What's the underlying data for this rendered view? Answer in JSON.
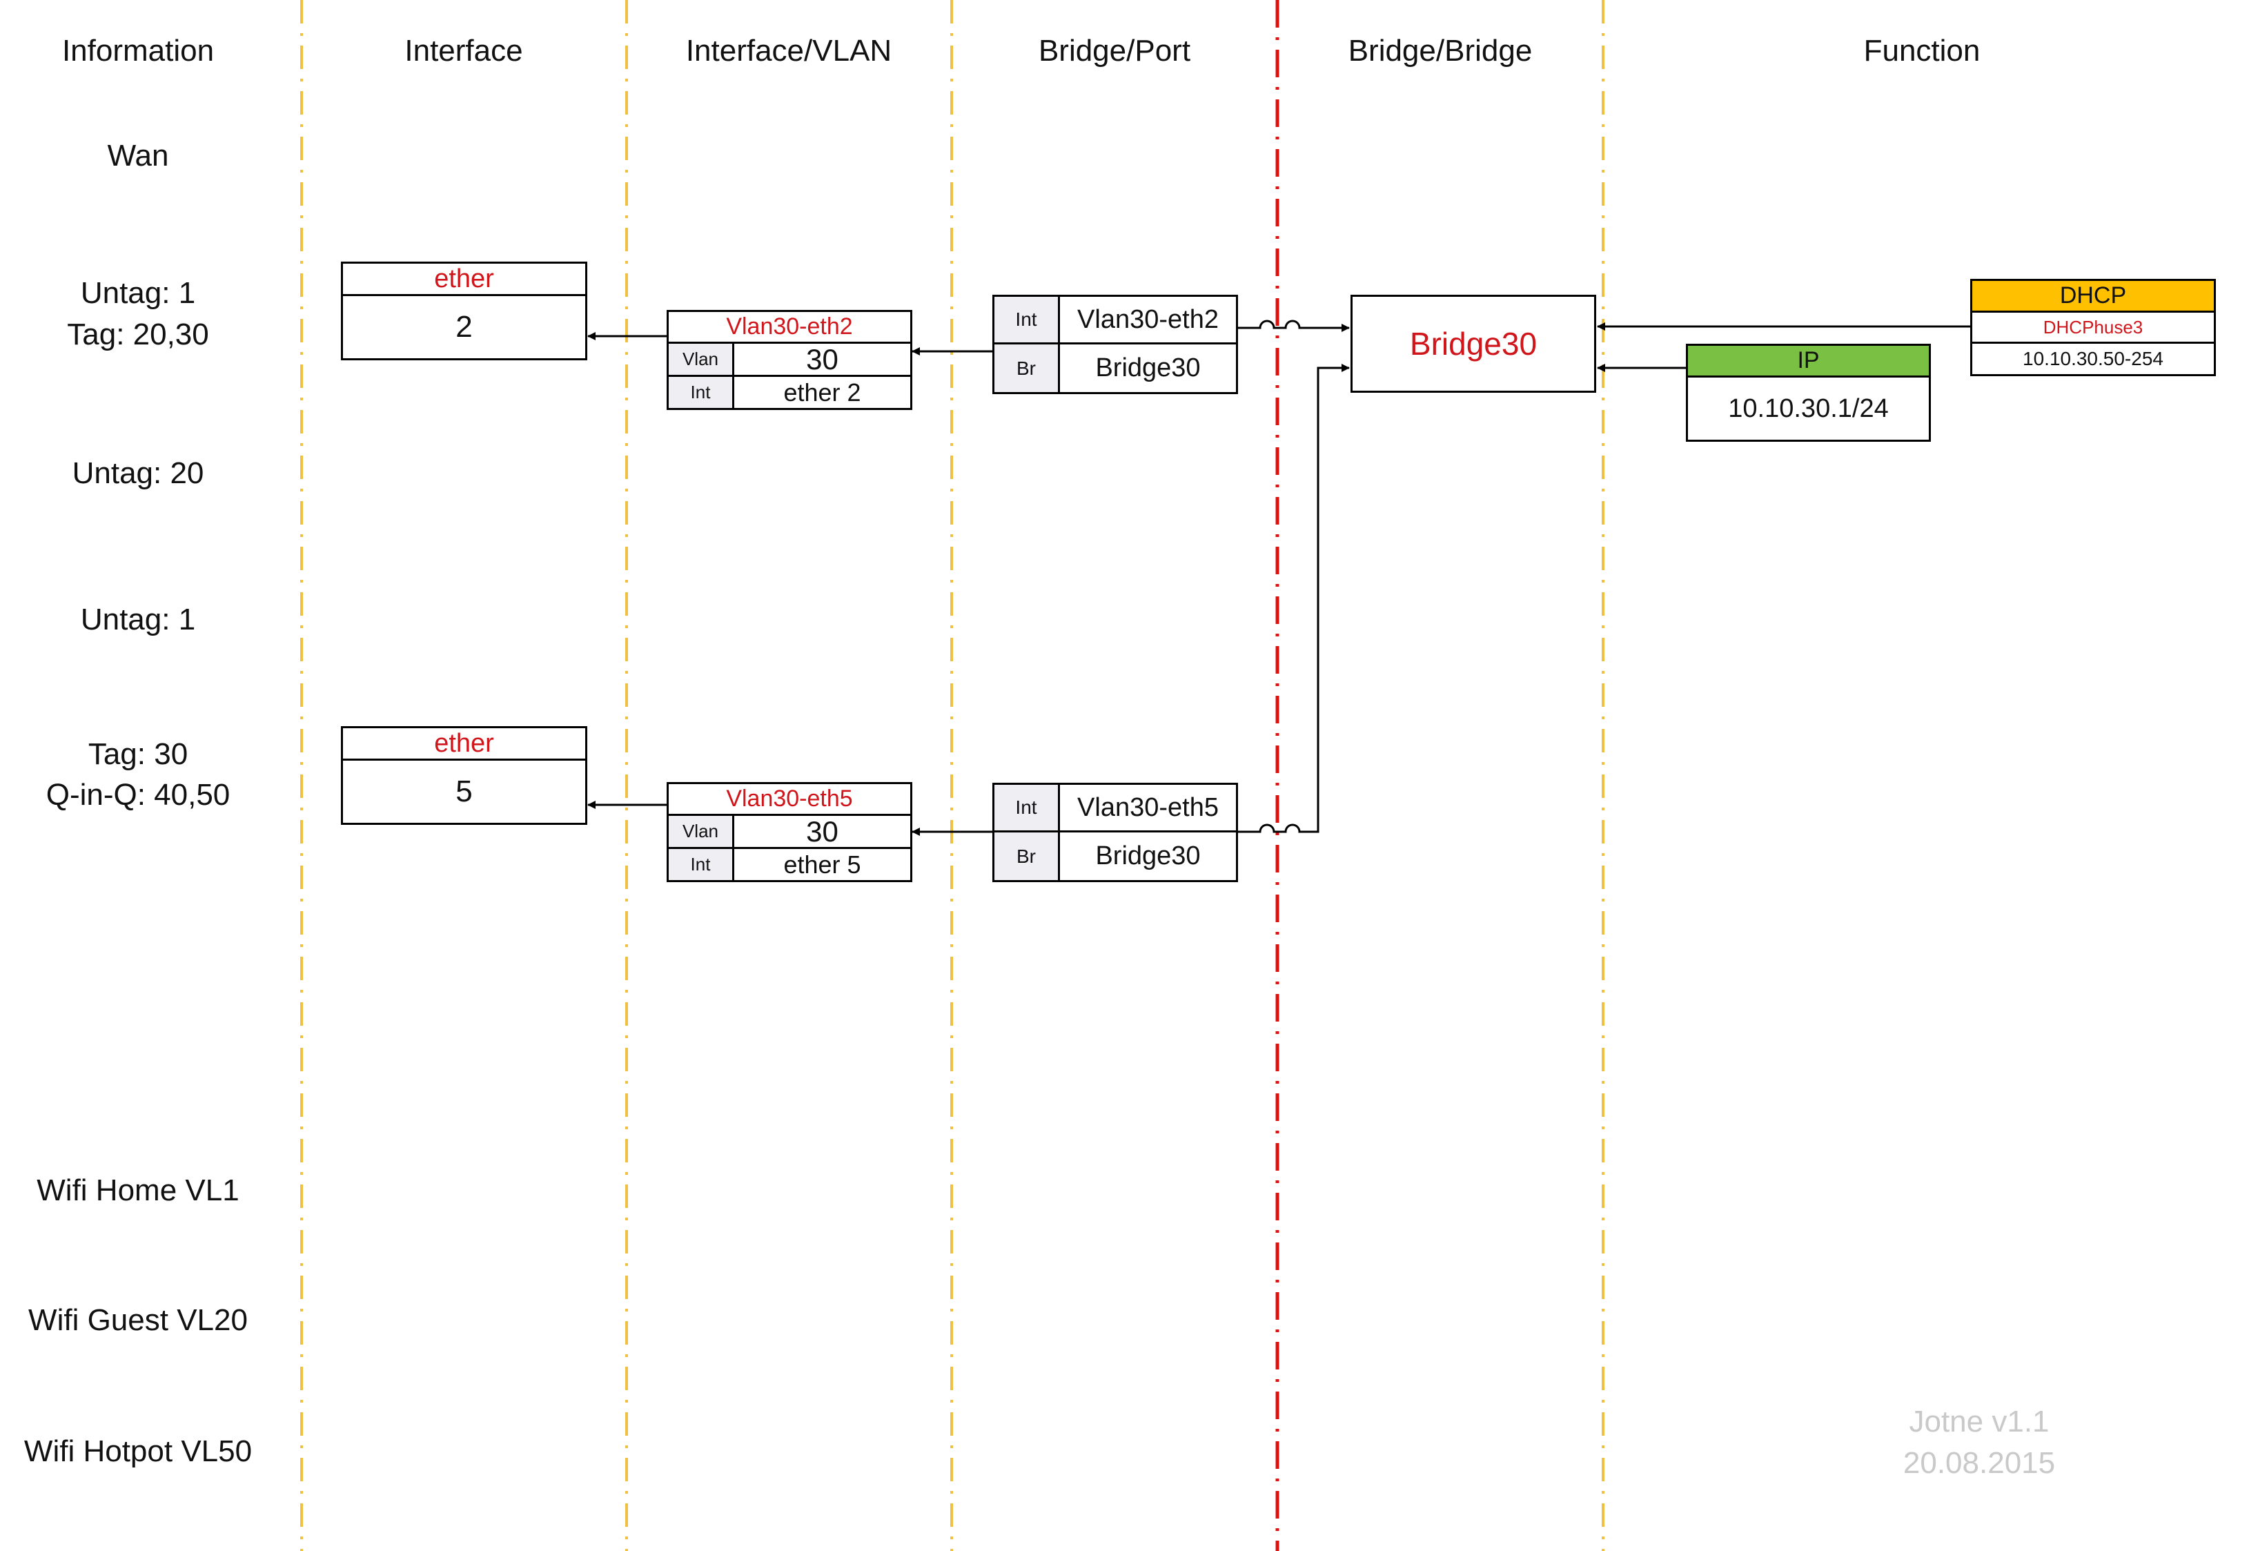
{
  "headers": [
    "Information",
    "Interface",
    "Interface/VLAN",
    "Bridge/Port",
    "Bridge/Bridge",
    "Function"
  ],
  "info_rows": {
    "wan": "Wan",
    "port2_line1": "Untag: 1",
    "port2_line2": "Tag: 20,30",
    "port3": "Untag: 20",
    "port4": "Untag: 1",
    "port5_line1": "Tag: 30",
    "port5_line2": "Q-in-Q: 40,50",
    "wifi_home": "Wifi Home VL1",
    "wifi_guest": "Wifi Guest VL20",
    "wifi_hotspot": "Wifi Hotpot VL50"
  },
  "interfaces": [
    {
      "type": "ether",
      "number": "2"
    },
    {
      "type": "ether",
      "number": "5"
    }
  ],
  "vlans": [
    {
      "name": "Vlan30-eth2",
      "vlan_label": "Vlan",
      "vlan_id": "30",
      "int_label": "Int",
      "int_value": "ether 2"
    },
    {
      "name": "Vlan30-eth5",
      "vlan_label": "Vlan",
      "vlan_id": "30",
      "int_label": "Int",
      "int_value": "ether 5"
    }
  ],
  "bridge_ports": [
    {
      "int_label": "Int",
      "int_value": "Vlan30-eth2",
      "br_label": "Br",
      "br_value": "Bridge30"
    },
    {
      "int_label": "Int",
      "int_value": "Vlan30-eth5",
      "br_label": "Br",
      "br_value": "Bridge30"
    }
  ],
  "bridge": {
    "name": "Bridge30"
  },
  "ip": {
    "title": "IP",
    "address": "10.10.30.1/24"
  },
  "dhcp": {
    "title": "DHCP",
    "name": "DHCPhuse3",
    "range": "10.10.30.50-254"
  },
  "watermark": {
    "author": "Jotne  v1.1",
    "date": "20.08.2015"
  },
  "colors": {
    "column_divider": "#f0c040",
    "center_divider": "#e01010",
    "name_text": "#d0161b",
    "dhcp_header": "#ffc000",
    "ip_header": "#7ac143",
    "label_cell": "#eeeef3",
    "watermark": "#c9c9c9"
  }
}
